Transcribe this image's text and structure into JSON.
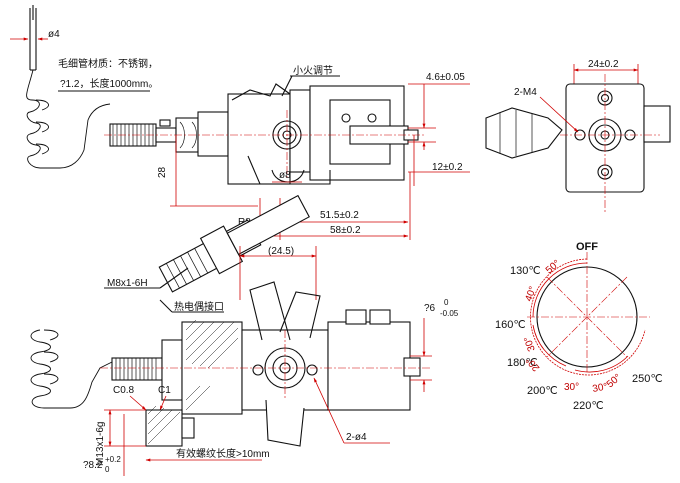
{
  "labels": {
    "phi4_top": "ø4",
    "capillary_material": "毛细管材质：不锈钢，",
    "capillary_length": "?1.2，长度1000mm。",
    "small_flame_adjust": "小火调节",
    "dim_4_6": "4.6±0.05",
    "dim_12": "12±0.2",
    "dim_28": "28",
    "dim_phi8": "ø8",
    "dim_r8": "R8",
    "dim_51_5": "51.5±0.2",
    "dim_58": "58±0.2",
    "dim_24": "24±0.2",
    "label_2m4": "2-M4",
    "dim_24_5": "(24.5)",
    "thread_m8": "M8x1-6H",
    "thermocouple_port": "热电偶接口",
    "dim_6_base": "?6",
    "dim_6_tol_top": "0",
    "dim_6_tol_bot": "-0.05",
    "chamfer_c08": "C0.8",
    "chamfer_c1": "C1",
    "thread_m13": "M13x1-6g",
    "dim_8_2_base": "?8.2",
    "dim_8_2_tol_top": "+0.2",
    "dim_8_2_tol_bot": "0",
    "thread_length": "有效螺纹长度>10mm",
    "label_2phi4": "2-ø4"
  },
  "dial": {
    "off": "OFF",
    "t130": "130℃",
    "t160": "160℃",
    "t180": "180℃",
    "t200": "200℃",
    "t220": "220℃",
    "t250": "250℃",
    "a50_top": "50°",
    "a40": "40°",
    "a30_left": "30°",
    "a20": "20°",
    "a30_bot": "30°",
    "a30_bot2": "30°",
    "a50_right": "50°"
  }
}
